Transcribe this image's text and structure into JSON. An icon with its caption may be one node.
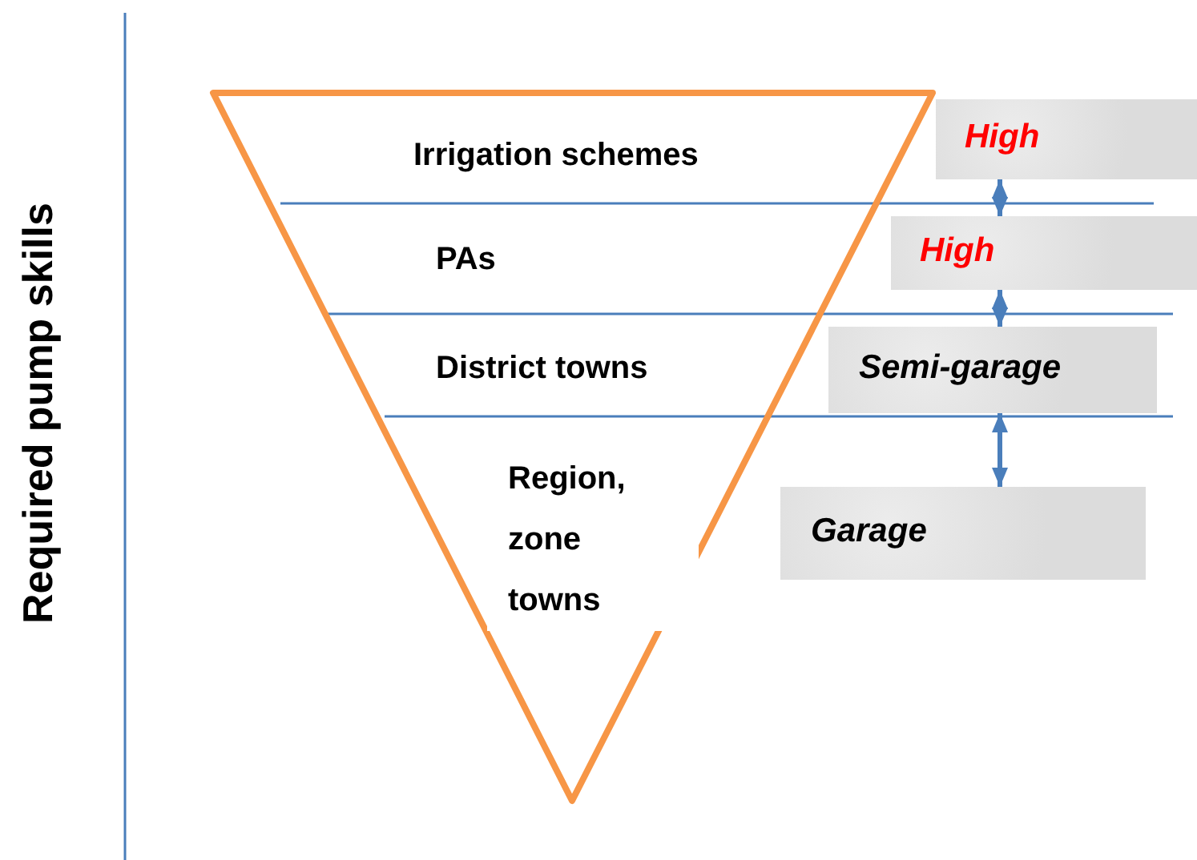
{
  "diagram": {
    "nodes": [
      {
        "text": [
          "Irrigation schemes"
        ]
      },
      {
        "text": [
          "PAs"
        ]
      },
      {
        "text": [
          "District towns"
        ]
      },
      {
        "text": [
          "Region, zone towns"
        ]
      },
      {
        "text": [
          "High"
        ]
      },
      {
        "text": [
          "High"
        ]
      },
      {
        "text": [
          "Semi-garage"
        ]
      },
      {
        "text": [
          "Garage"
        ]
      }
    ],
    "edges": [
      {
        "from": 4,
        "to": 5,
        "arrow": "both"
      },
      {
        "from": 5,
        "to": 6,
        "arrow": "both"
      },
      {
        "from": 6,
        "to": 7,
        "arrow": "both"
      }
    ],
    "labels": [
      "Required pump skills"
    ]
  }
}
